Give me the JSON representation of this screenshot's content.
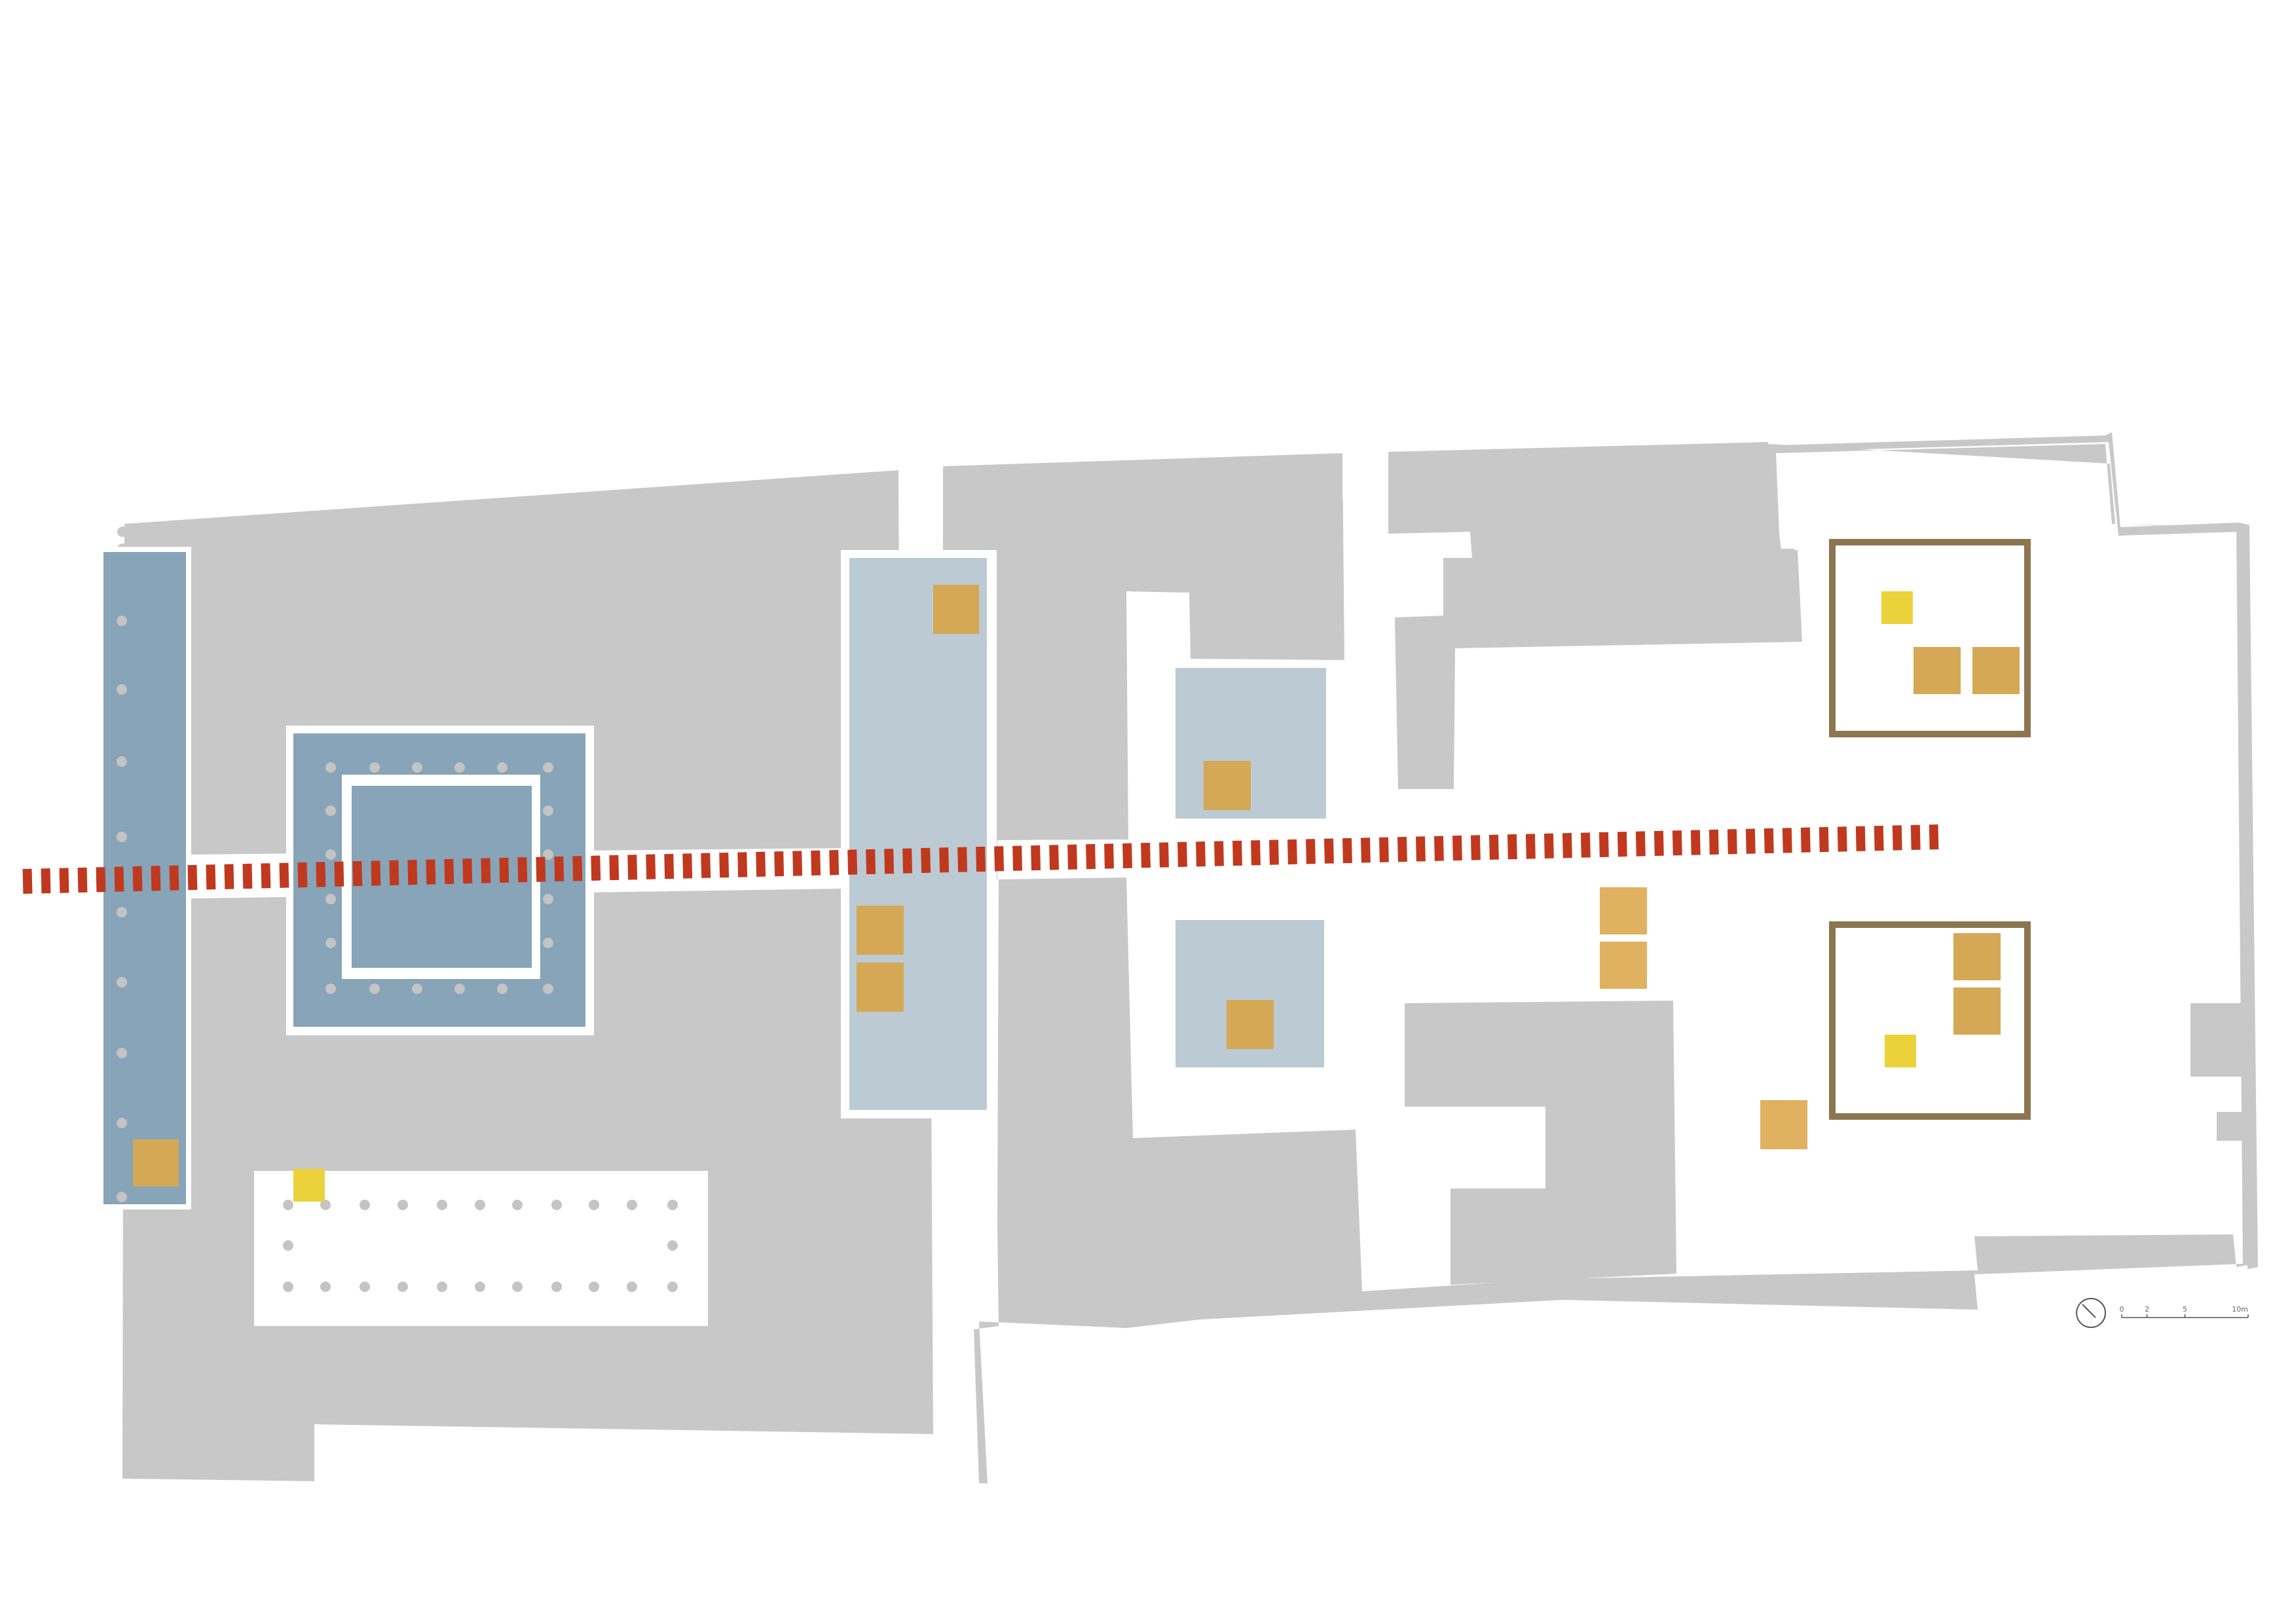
{
  "colors": {
    "background": "#ffffff",
    "building_mass": "#c8c8c8",
    "courtyard_dark": "#87a4b8",
    "courtyard_light": "#bccad3",
    "pavilion": "#d4a855",
    "pavilion_light": "#e0b160",
    "altar": "#ecd23a",
    "enclosure_frame": "#8c7650",
    "axis_line": "#c0391e",
    "column_dot": "#c4c4c4"
  },
  "icons": {
    "north_arrow": "north-arrow-icon"
  },
  "scale_bar": {
    "ticks": [
      "0",
      "2",
      "5",
      "10m"
    ],
    "values": [
      0,
      2,
      5,
      10
    ]
  }
}
